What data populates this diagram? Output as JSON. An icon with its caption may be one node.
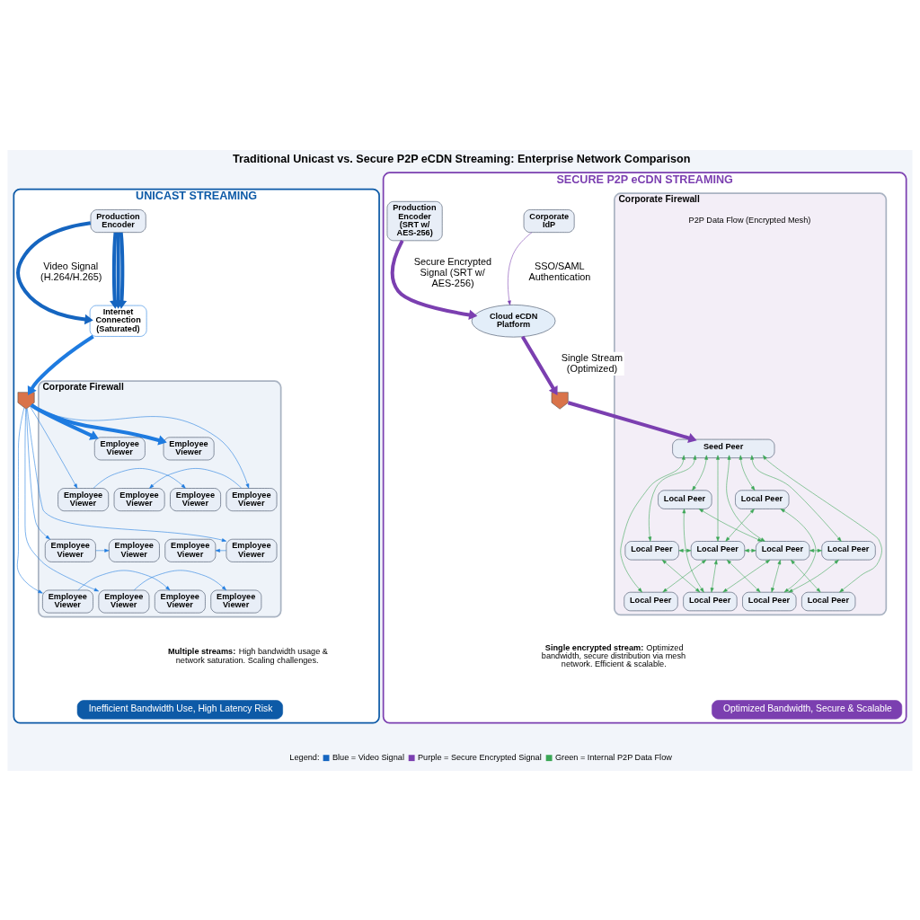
{
  "diagram": {
    "title": "Traditional Unicast vs. Secure P2P eCDN Streaming: Enterprise Network Comparison",
    "nodes": [
      {
        "text": [
          "UNICAST STREAMING"
        ]
      },
      {
        "text": [
          "Production Encoder"
        ],
        "in": 0
      },
      {
        "text": [
          "Internet Connection (Saturated)"
        ],
        "in": 0
      },
      {
        "text": [],
        "shape": "shield",
        "in": 0
      },
      {
        "text": [
          "Corporate Firewall"
        ],
        "in": 0
      },
      {
        "text": [
          "Employee Viewer"
        ],
        "in": 4
      },
      {
        "text": [
          "Employee Viewer"
        ],
        "in": 4
      },
      {
        "text": [
          "Employee Viewer"
        ],
        "in": 4
      },
      {
        "text": [
          "Employee Viewer"
        ],
        "in": 4
      },
      {
        "text": [
          "Employee Viewer"
        ],
        "in": 4
      },
      {
        "text": [
          "Employee Viewer"
        ],
        "in": 4
      },
      {
        "text": [
          "Employee Viewer"
        ],
        "in": 4
      },
      {
        "text": [
          "Employee Viewer"
        ],
        "in": 4
      },
      {
        "text": [
          "Employee Viewer"
        ],
        "in": 4
      },
      {
        "text": [
          "Employee Viewer"
        ],
        "in": 4
      },
      {
        "text": [
          "Employee Viewer"
        ],
        "in": 4
      },
      {
        "text": [
          "Employee Viewer"
        ],
        "in": 4
      },
      {
        "text": [
          "Employee Viewer"
        ],
        "in": 4
      },
      {
        "text": [
          "Employee Viewer"
        ],
        "in": 4
      },
      {
        "text": [
          "SECURE P2P eCDN STREAMING"
        ]
      },
      {
        "text": [
          "Production Encoder (SRT w/ AES-256)"
        ],
        "in": 19
      },
      {
        "text": [
          "Cloud eCDN Platform"
        ],
        "in": 19
      },
      {
        "text": [
          "Corporate IdP"
        ],
        "in": 19
      },
      {
        "text": [],
        "shape": "shield",
        "in": 19
      },
      {
        "text": [
          "Corporate Firewall"
        ],
        "in": 19
      },
      {
        "text": [
          "Seed Peer"
        ],
        "in": 24
      },
      {
        "text": [
          "Local Peer"
        ],
        "in": 24
      },
      {
        "text": [
          "Local Peer"
        ],
        "in": 24
      },
      {
        "text": [
          "Local Peer"
        ],
        "in": 24
      },
      {
        "text": [
          "Local Peer"
        ],
        "in": 24
      },
      {
        "text": [
          "Local Peer"
        ],
        "in": 24
      },
      {
        "text": [
          "Local Peer"
        ],
        "in": 24
      },
      {
        "text": [
          "Local Peer"
        ],
        "in": 24
      },
      {
        "text": [
          "Local Peer"
        ],
        "in": 24
      },
      {
        "text": [
          "Local Peer"
        ],
        "in": 24
      },
      {
        "text": [
          "Local Peer"
        ],
        "in": 24
      }
    ],
    "edges": [
      {
        "from": 1,
        "to": 2,
        "arrow": "to",
        "label": "Video Signal (H.264/H.265)",
        "style": "thick",
        "color": "#1565c0"
      },
      {
        "from": 1,
        "to": 2,
        "arrow": "to",
        "style": "thick",
        "color": "#1565c0"
      },
      {
        "from": 1,
        "to": 2,
        "arrow": "to",
        "style": "thick",
        "color": "#1565c0"
      },
      {
        "from": 1,
        "to": 2,
        "arrow": "to",
        "style": "thick",
        "color": "#1565c0"
      },
      {
        "from": 2,
        "to": 3,
        "arrow": "to",
        "style": "thick",
        "color": "#1e7be0"
      },
      {
        "from": 3,
        "to": 5,
        "arrow": "to",
        "style": "thick",
        "color": "#1e7be0"
      },
      {
        "from": 3,
        "to": 6,
        "arrow": "to",
        "style": "thick",
        "color": "#1e7be0"
      },
      {
        "from": 3,
        "to": 8,
        "arrow": "to",
        "color": "#1e7be0"
      },
      {
        "from": 3,
        "to": 9,
        "arrow": "to",
        "color": "#1e7be0"
      },
      {
        "from": 3,
        "to": 12,
        "arrow": "to",
        "color": "#1e7be0"
      },
      {
        "from": 3,
        "to": 13,
        "arrow": "to",
        "color": "#1e7be0"
      },
      {
        "from": 3,
        "to": 16,
        "arrow": "to",
        "color": "#1e7be0"
      },
      {
        "from": 3,
        "to": 17,
        "arrow": "to",
        "color": "#1e7be0"
      },
      {
        "from": 8,
        "to": 7,
        "arrow": "to",
        "color": "#1e7be0"
      },
      {
        "from": 9,
        "to": 10,
        "arrow": "to",
        "color": "#1e7be0"
      },
      {
        "from": 12,
        "to": 11,
        "arrow": "to",
        "color": "#1e7be0"
      },
      {
        "from": 13,
        "to": 14,
        "arrow": "to",
        "color": "#1e7be0"
      },
      {
        "from": 16,
        "to": 15,
        "arrow": "to",
        "color": "#1e7be0"
      },
      {
        "from": 17,
        "to": 18,
        "arrow": "to",
        "color": "#1e7be0"
      },
      {
        "from": 20,
        "to": 21,
        "arrow": "to",
        "label": "Secure Encrypted Signal (SRT w/ AES-256)",
        "style": "thick",
        "color": "#7b3fb0"
      },
      {
        "from": 22,
        "to": 21,
        "arrow": "to",
        "label": "SSO/SAML Authentication",
        "color": "#7b3fb0"
      },
      {
        "from": 21,
        "to": 23,
        "arrow": "to",
        "label": "Single Stream (Optimized)",
        "style": "thick",
        "color": "#7b3fb0"
      },
      {
        "from": 23,
        "to": 25,
        "arrow": "to",
        "style": "thick",
        "color": "#7b3fb0"
      },
      {
        "from": 25,
        "to": 26,
        "arrow": "both"
      },
      {
        "from": 25,
        "to": 27,
        "arrow": "both"
      },
      {
        "from": 25,
        "to": 28,
        "arrow": "both"
      },
      {
        "from": 25,
        "to": 29,
        "arrow": "both"
      },
      {
        "from": 25,
        "to": 30,
        "arrow": "both"
      },
      {
        "from": 25,
        "to": 31,
        "arrow": "both"
      },
      {
        "from": 25,
        "to": 32,
        "arrow": "both"
      },
      {
        "from": 25,
        "to": 35,
        "arrow": "both"
      },
      {
        "from": 26,
        "to": 30,
        "arrow": "both"
      },
      {
        "from": 26,
        "to": 33,
        "arrow": "both"
      },
      {
        "from": 27,
        "to": 29,
        "arrow": "both"
      },
      {
        "from": 27,
        "to": 34,
        "arrow": "both"
      },
      {
        "from": 28,
        "to": 29,
        "arrow": "both"
      },
      {
        "from": 29,
        "to": 30,
        "arrow": "both"
      },
      {
        "from": 30,
        "to": 31,
        "arrow": "both"
      },
      {
        "from": 28,
        "to": 33,
        "arrow": "both"
      },
      {
        "from": 31,
        "to": 34,
        "arrow": "both"
      },
      {
        "from": 32,
        "to": 29,
        "arrow": "both"
      },
      {
        "from": 35,
        "to": 30,
        "arrow": "both"
      },
      {
        "from": 33,
        "to": 29,
        "arrow": "both"
      },
      {
        "from": 34,
        "to": 30,
        "arrow": "both"
      },
      {
        "from": 29,
        "to": 34,
        "arrow": "both"
      },
      {
        "from": 30,
        "to": 33,
        "arrow": "both"
      }
    ],
    "labels": [
      "P2P Data Flow (Encrypted Mesh)",
      "**Multiple streams:** High bandwidth usage & network saturation. Scaling challenges.",
      "Inefficient Bandwidth Use, High Latency Risk",
      "**Single encrypted stream:** Optimized bandwidth, secure distribution via mesh network. Efficient & scalable.",
      "Optimized Bandwidth, Secure & Scalable",
      "Legend:"
    ],
    "legend": [
      {
        "text": "Blue = Video Signal",
        "color": "#1565c0"
      },
      {
        "text": "Purple = Secure Encrypted Signal",
        "color": "#7b3fb0"
      },
      {
        "text": "Green = Internal P2P Data Flow",
        "color": "#3aa655"
      }
    ]
  }
}
